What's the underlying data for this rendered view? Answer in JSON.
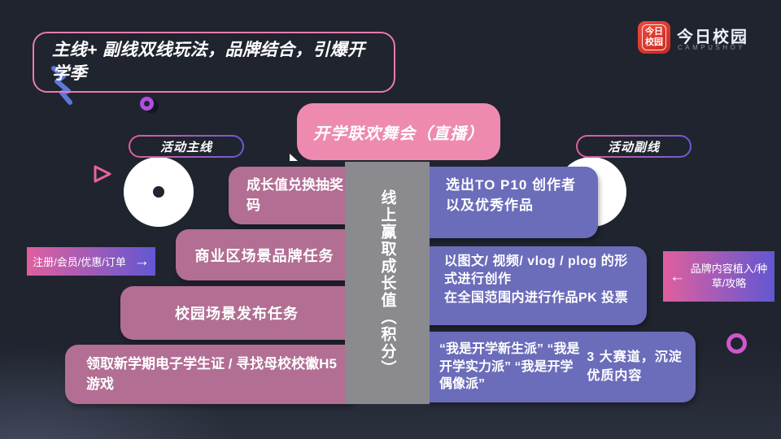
{
  "title": {
    "text": "主线+ 副线双线玩法，品牌结合，引爆开学季"
  },
  "logo": {
    "icon_text": "今日\n校园",
    "name": "今日校园",
    "tagline": "CAMPUSHOY"
  },
  "center": {
    "live_box": "开学联欢舞会（直播）",
    "bar": "线上赢取成长值（积分）"
  },
  "main_line": {
    "label": "活动主线",
    "boxes": [
      "成长值兑换抽奖码",
      "商业区场景品牌任务",
      "校园场景发布任务",
      "领取新学期电子学生证 / 寻找母校校徽H5 游戏"
    ],
    "edge_label": "注册/会员/优惠/订单",
    "arrow": "→"
  },
  "sub_line": {
    "label": "活动副线",
    "boxes": [
      "选出TO P10 创作者以及优秀作品",
      "以图文/ 视频/ vlog / plog 的形式进行创作\n在全国范围内进行作品PK 投票",
      "“我是开学新生派”  “我是开学实力派”  “我是开学偶像派”",
      "3 大赛道，沉淀优质内容"
    ],
    "edge_label": "品牌内容植入/种草/攻略",
    "arrow": "←"
  },
  "colors": {
    "background": "#20242f",
    "title_border": "#e87ca8",
    "center_pink": "#ee8ab0",
    "main_box": "#b26e93",
    "sub_box": "#6b6cba",
    "bar_gray": "#8a8a8f",
    "gradient_start": "#e05f9e",
    "gradient_end": "#6257d2",
    "logo_red": "#e23b30"
  }
}
